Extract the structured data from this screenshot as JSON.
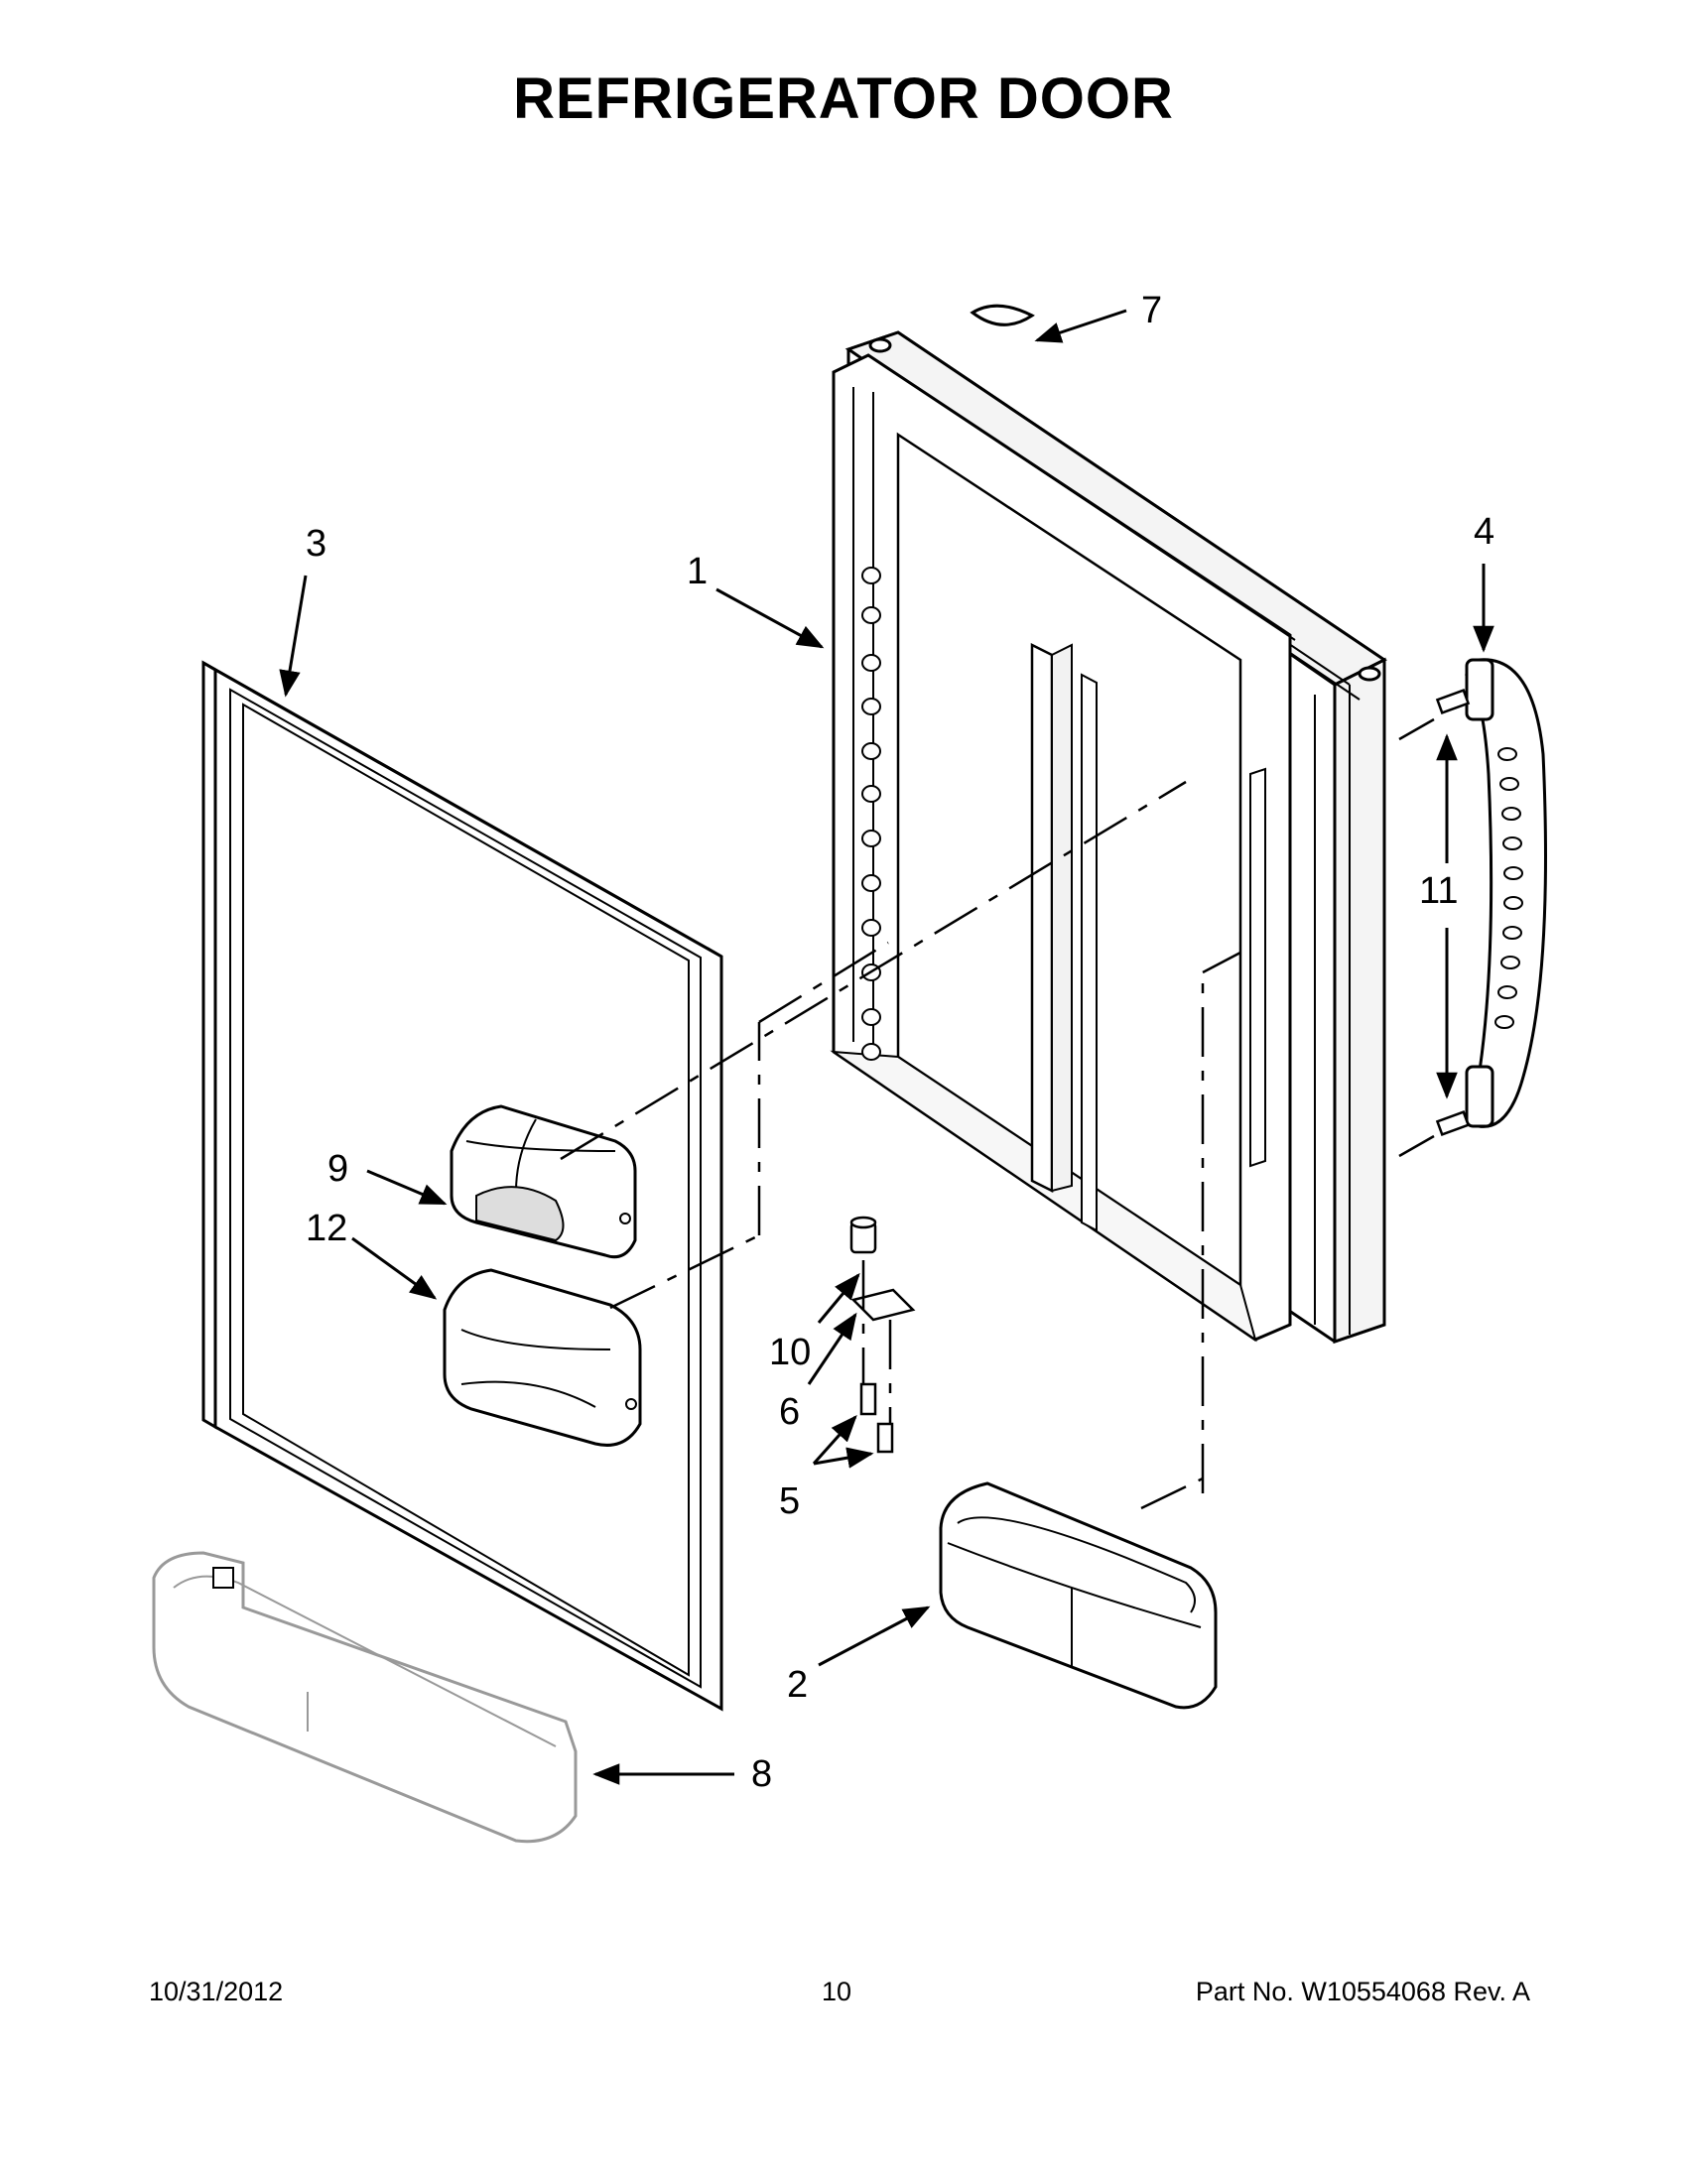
{
  "title": "REFRIGERATOR DOOR",
  "callouts": {
    "c1": "1",
    "c2": "2",
    "c3": "3",
    "c4": "4",
    "c5": "5",
    "c6": "6",
    "c7": "7",
    "c8": "8",
    "c9": "9",
    "c10": "10",
    "c11": "11",
    "c12": "12"
  },
  "footer": {
    "date": "10/31/2012",
    "page": "10",
    "part": "Part No.  W10554068  Rev.  A"
  }
}
